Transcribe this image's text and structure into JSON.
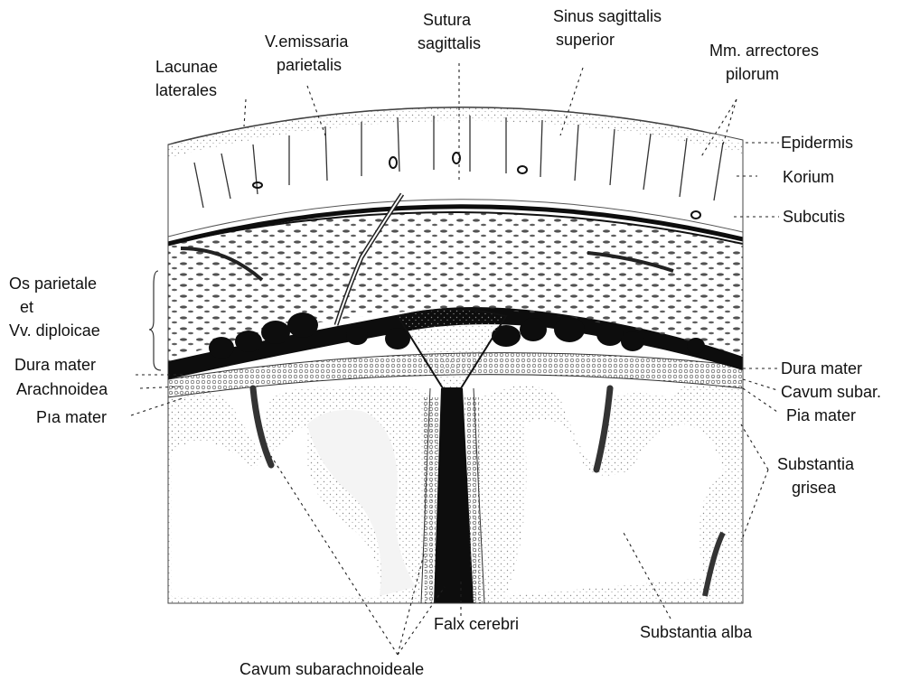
{
  "labels": {
    "lacunae_laterales_1": "Lacunae",
    "lacunae_laterales_2": "laterales",
    "v_emissaria_1": "V.emissaria",
    "v_emissaria_2": "parietalis",
    "sutura_1": "Sutura",
    "sutura_2": "sagittalis",
    "sinus_1": "Sinus sagittalis",
    "sinus_2": "superior",
    "mm_arrectores_1": "Mm. arrectores",
    "mm_arrectores_2": "pilorum",
    "epidermis": "Epidermis",
    "korium": "Korium",
    "subcutis": "Subcutis",
    "os_parietale_1": "Os parietale",
    "os_parietale_2": "et",
    "os_parietale_3": "Vv. diploicae",
    "dura_mater_left": "Dura mater",
    "arachnoidea": "Arachnoidea",
    "pia_mater_left": "Pıa mater",
    "dura_mater_right": "Dura mater",
    "cavum_subar": "Cavum subar.",
    "pia_mater_right": "Pia mater",
    "substantia_grisea_1": "Substantia",
    "substantia_grisea_2": "grisea",
    "falx_cerebri": "Falx cerebri",
    "substantia_alba": "Substantia alba",
    "cavum_subarachnoideale": "Cavum subarachnoideale"
  },
  "colors": {
    "ink": "#111111",
    "background": "#ffffff",
    "dura": "#0d0d0d",
    "grey_matter_stipple": "#9a9a9a"
  }
}
